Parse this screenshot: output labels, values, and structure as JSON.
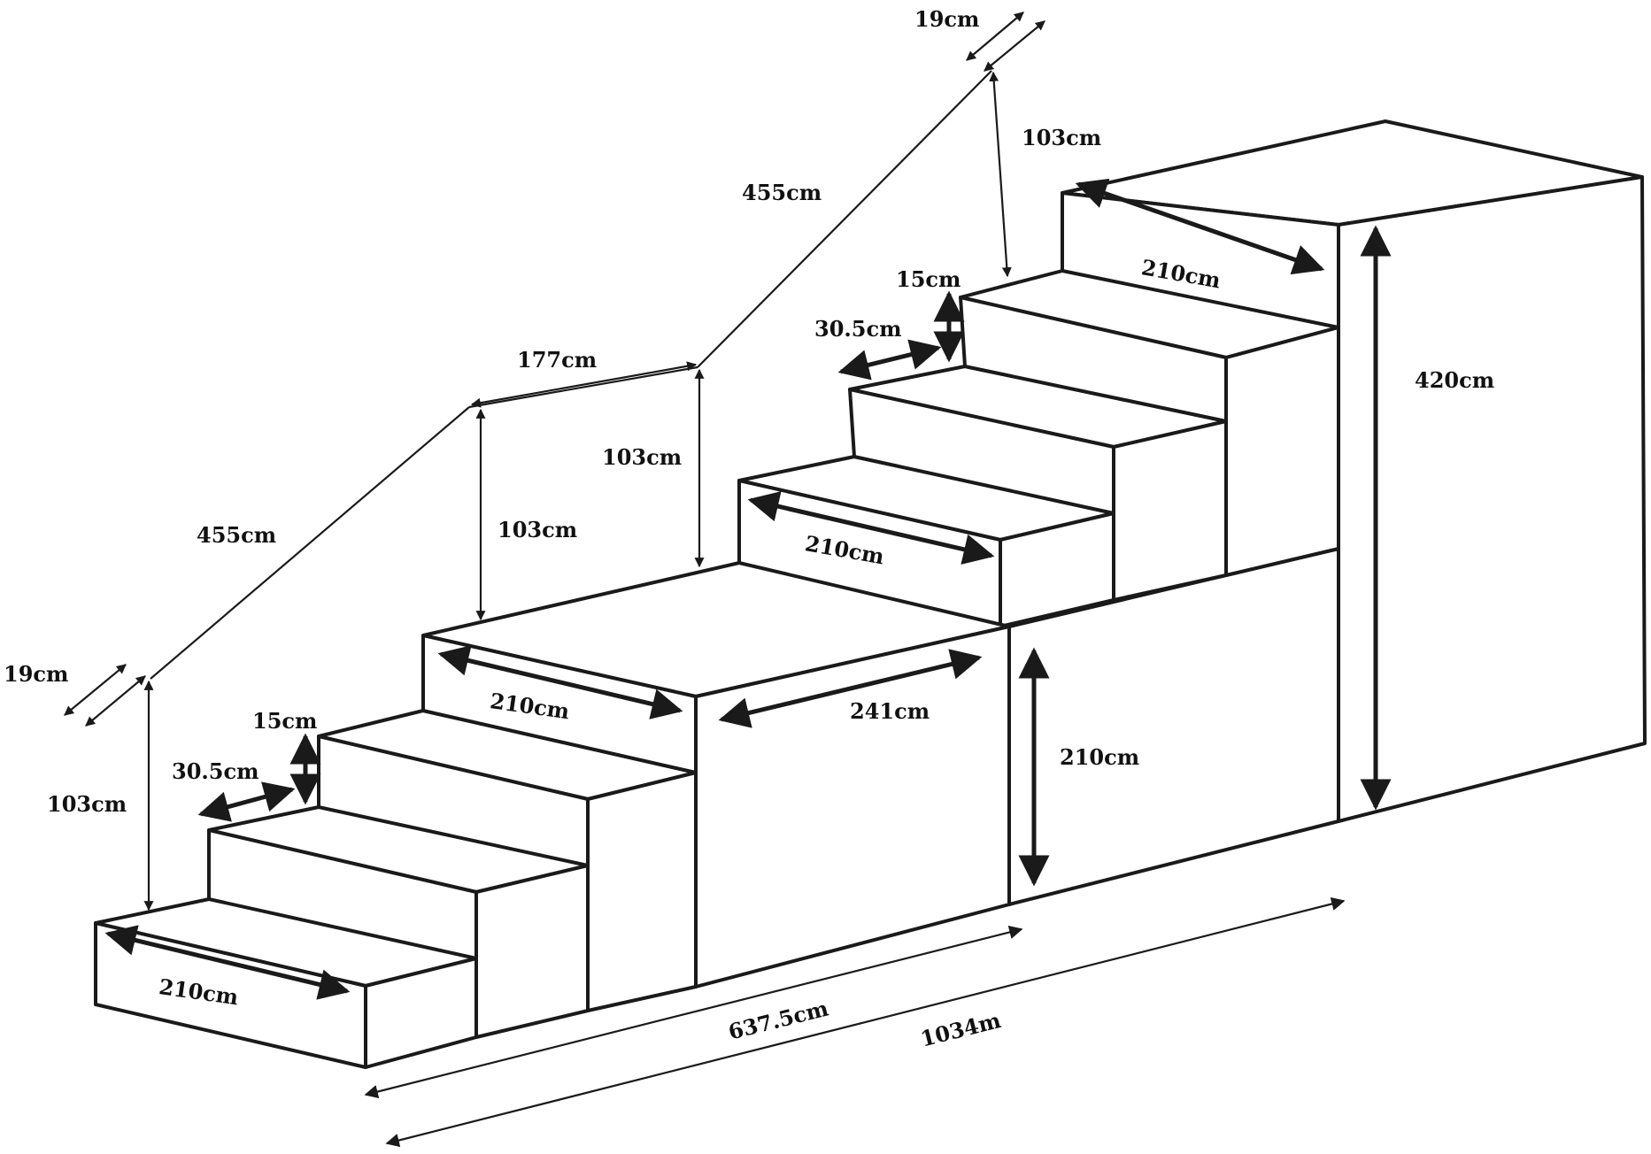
{
  "labels": {
    "top_run_width": "19cm",
    "top_post_height": "103cm",
    "upper_rail_length": "455cm",
    "upper_tread_depth_top": "210cm",
    "upper_step_rise": "15cm",
    "upper_step_run": "30.5cm",
    "landing_length": "177cm",
    "landing_post_height_right": "103cm",
    "landing_post_height_left": "103cm",
    "lower_rail_length": "455cm",
    "upper_tread_depth_bottom": "210cm",
    "right_block_height": "420cm",
    "bottom_run_width": "19cm",
    "bottom_post_height": "103cm",
    "lower_step_rise": "15cm",
    "lower_step_run": "30.5cm",
    "landing_depth": "210cm",
    "landing_width": "241cm",
    "landing_height": "210cm",
    "lower_tread_depth": "210cm",
    "length_to_landing": "637.5cm",
    "total_length": "1034m"
  },
  "colors": {
    "line": "#1a1a1a",
    "background": "#ffffff"
  }
}
